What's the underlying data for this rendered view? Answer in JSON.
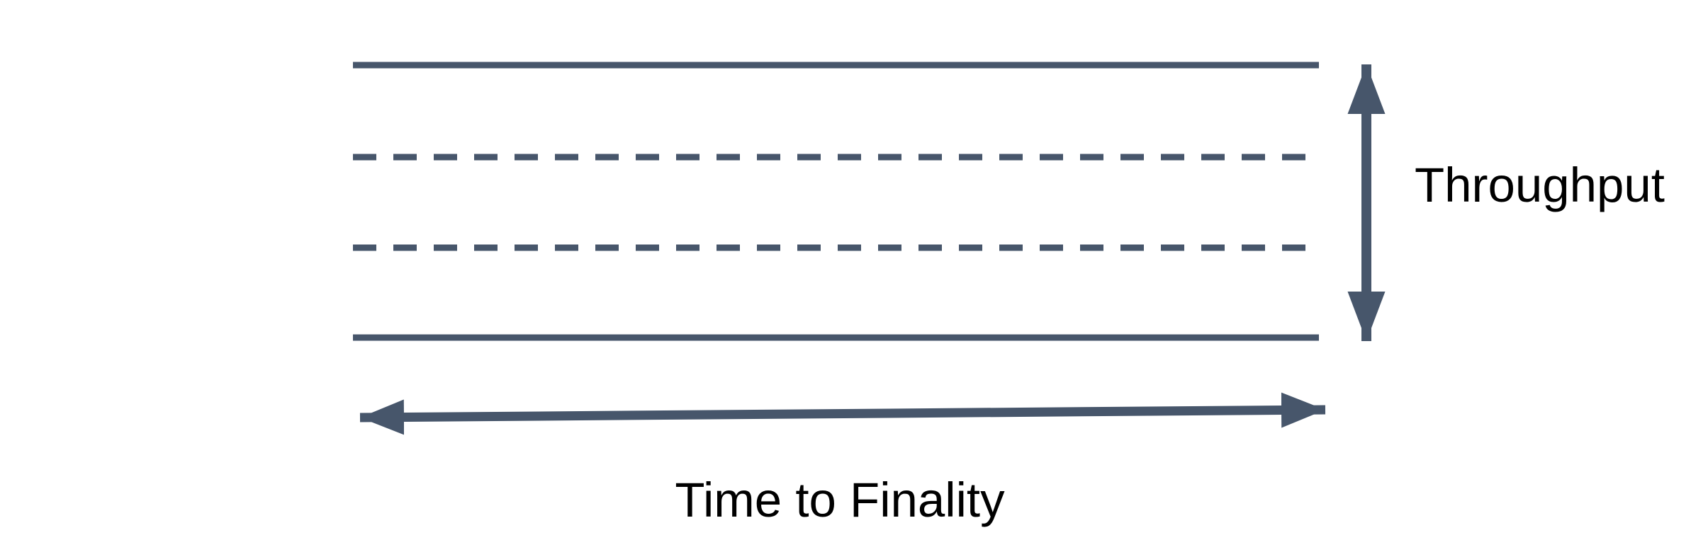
{
  "diagram": {
    "accent_color": "#47566B",
    "label_color": "#000000",
    "background_color": "#ffffff",
    "band": {
      "lines": [
        {
          "style": "solid"
        },
        {
          "style": "dashed"
        },
        {
          "style": "dashed"
        },
        {
          "style": "solid"
        }
      ],
      "dash_pattern": "33 24"
    },
    "vertical_axis": {
      "label": "Throughput",
      "icon": "double-headed-arrow-vertical-icon"
    },
    "horizontal_axis": {
      "label": "Time to Finality",
      "icon": "double-headed-arrow-horizontal-icon"
    }
  }
}
